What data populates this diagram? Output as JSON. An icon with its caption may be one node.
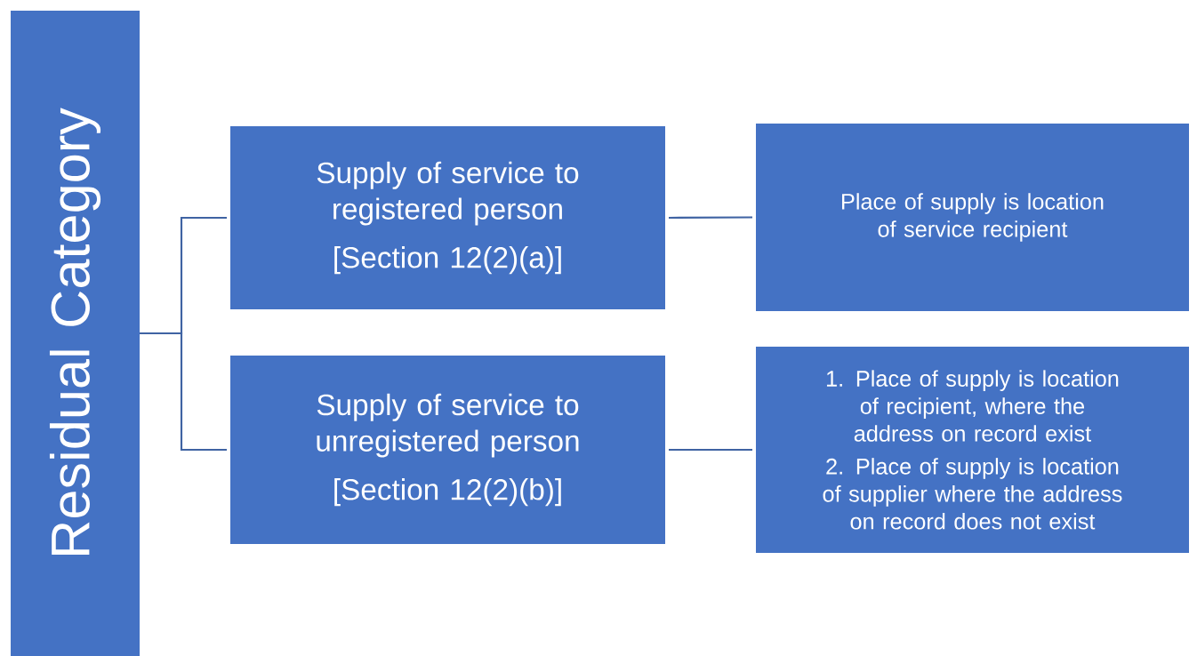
{
  "diagram": {
    "nodes": [
      {
        "text": [
          "Residual Category"
        ]
      },
      {
        "text": [
          "Supply of service to registered person",
          "[Section 12(2)(a)]"
        ]
      },
      {
        "text": [
          "Place of supply is location of service recipient"
        ]
      },
      {
        "text": [
          "Supply of service to unregistered person",
          "[Section 12(2)(b)]"
        ]
      },
      {
        "text": [
          "1. Place of supply is location of recipient, where the address on record exist",
          "2. Place of supply is location of supplier where the address on record does not exist"
        ]
      }
    ],
    "edges": [
      {
        "from": 0,
        "to": 1,
        "arrow": "none"
      },
      {
        "from": 0,
        "to": 3,
        "arrow": "none"
      },
      {
        "from": 1,
        "to": 2,
        "arrow": "none"
      },
      {
        "from": 3,
        "to": 4,
        "arrow": "none"
      }
    ]
  }
}
